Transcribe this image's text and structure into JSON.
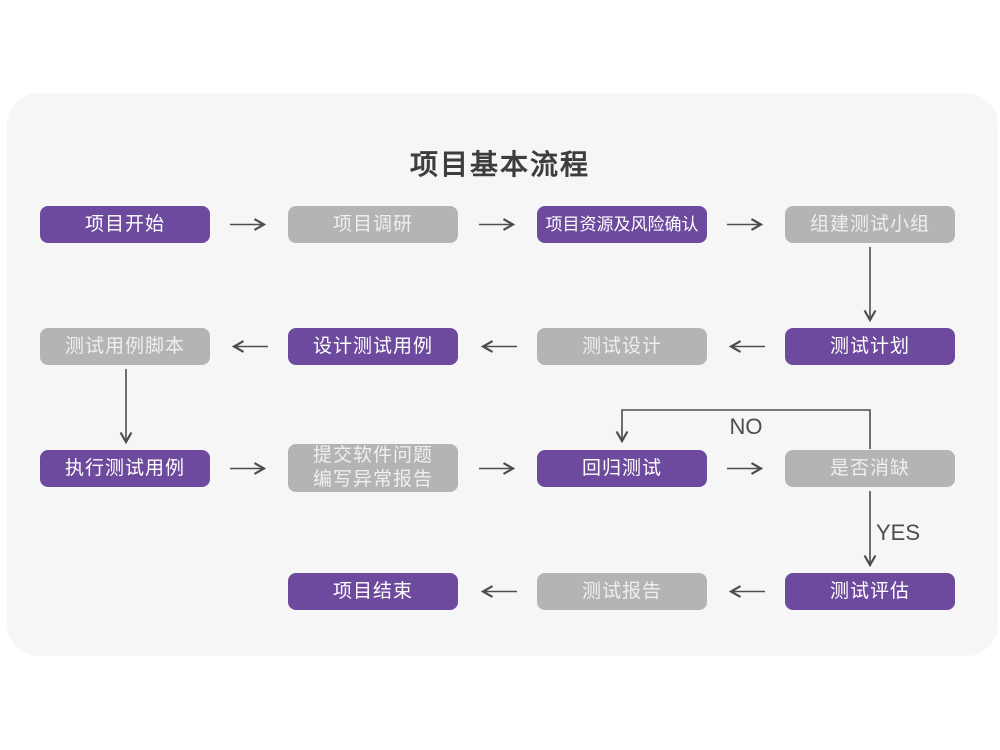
{
  "title": "项目基本流程",
  "colors": {
    "page_bg": "#ffffff",
    "card_bg": "#f6f6f6",
    "purple": "#6d4a9d",
    "gray": "#b4b4b4",
    "arrow": "#4d4d4d",
    "title_text": "#3d3d3d"
  },
  "nodes": [
    {
      "label": "项目开始",
      "variant": "purple"
    },
    {
      "label": "项目调研",
      "variant": "gray"
    },
    {
      "label": "项目资源及风险确认",
      "variant": "purple"
    },
    {
      "label": "组建测试小组",
      "variant": "gray"
    },
    {
      "label": "测试用例脚本",
      "variant": "gray"
    },
    {
      "label": "设计测试用例",
      "variant": "purple"
    },
    {
      "label": "测试设计",
      "variant": "gray"
    },
    {
      "label": "测试计划",
      "variant": "purple"
    },
    {
      "label": "执行测试用例",
      "variant": "purple"
    },
    {
      "label": "提交软件问题\n编写异常报告",
      "variant": "gray"
    },
    {
      "label": "回归测试",
      "variant": "purple"
    },
    {
      "label": "是否消缺",
      "variant": "gray"
    },
    {
      "label": "项目结束",
      "variant": "purple"
    },
    {
      "label": "测试报告",
      "variant": "gray"
    },
    {
      "label": "测试评估",
      "variant": "purple"
    }
  ],
  "edge_labels": {
    "no": "NO",
    "yes": "YES"
  }
}
